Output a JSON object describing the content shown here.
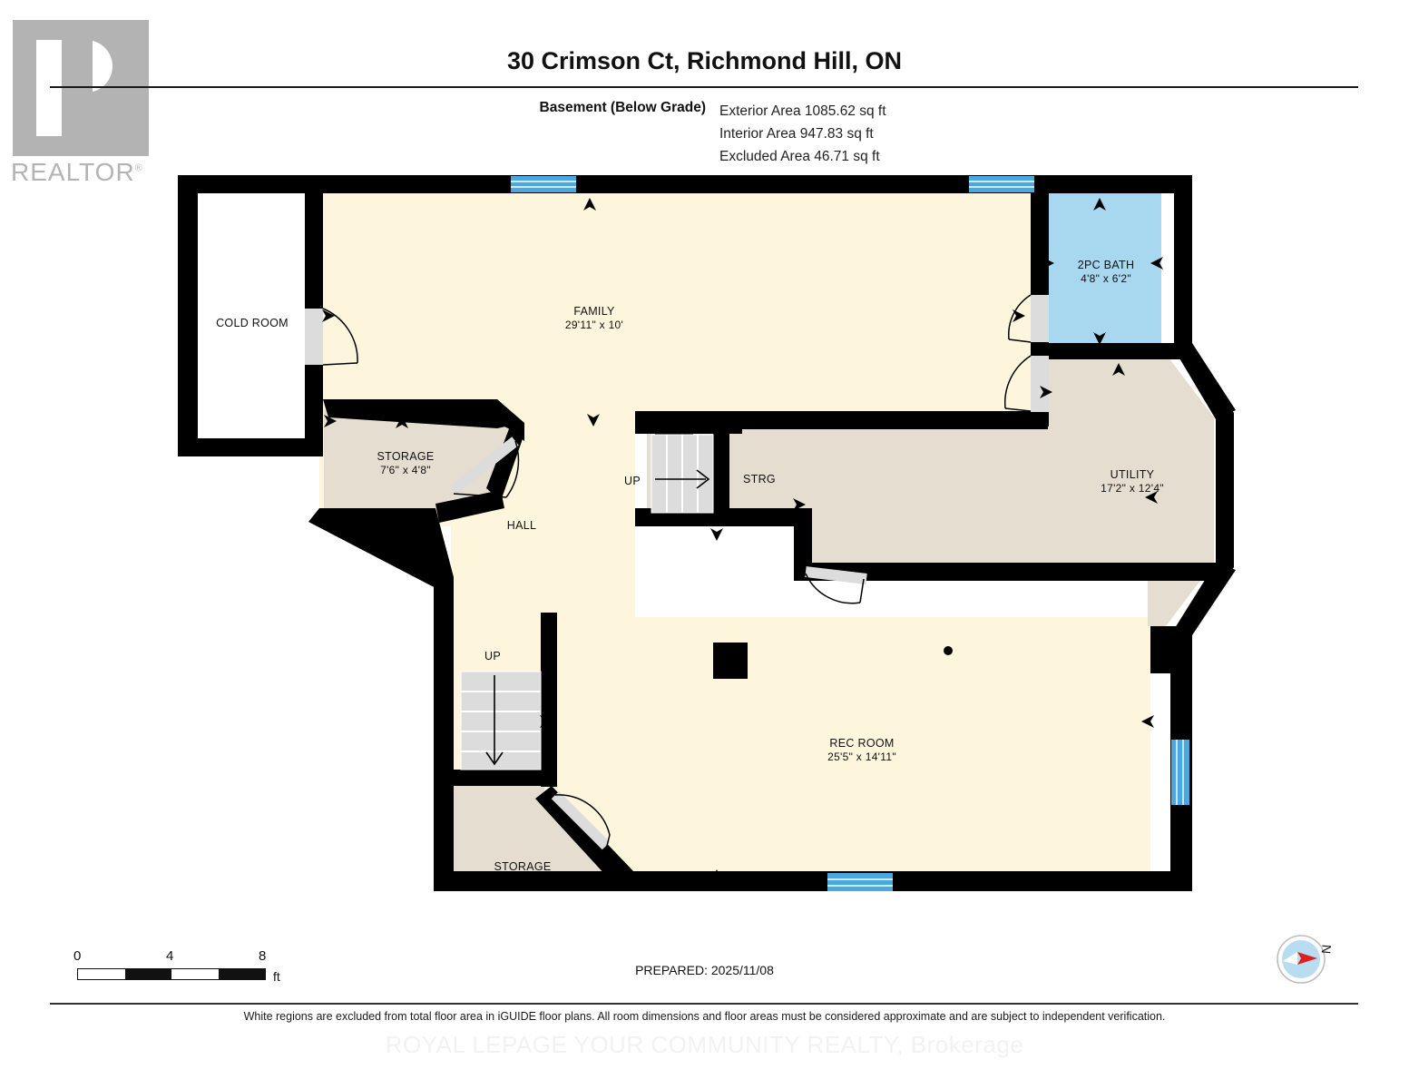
{
  "logo": {
    "text": "REALTOR",
    "registered": "®"
  },
  "header": {
    "title": "30 Crimson Ct, Richmond Hill, ON",
    "level_label": "Basement (Below Grade)",
    "areas": [
      "Exterior Area 1085.62 sq ft",
      "Interior Area 947.83 sq ft",
      "Excluded Area 46.71 sq ft"
    ]
  },
  "rooms": [
    {
      "name": "COLD ROOM",
      "dim": ""
    },
    {
      "name": "FAMILY",
      "dim": "29'11\" x 10'"
    },
    {
      "name": "2PC BATH",
      "dim": "4'8\" x 6'2\""
    },
    {
      "name": "STORAGE",
      "dim": "7'6\" x 4'8\""
    },
    {
      "name": "HALL",
      "dim": ""
    },
    {
      "name": "STRG",
      "dim": ""
    },
    {
      "name": "UTILITY",
      "dim": "17'2\" x 12'4\""
    },
    {
      "name": "REC ROOM",
      "dim": "25'5\" x 14'11\""
    },
    {
      "name": "STORAGE",
      "dim": ""
    }
  ],
  "stairs": [
    {
      "label": "UP"
    },
    {
      "label": "UP"
    }
  ],
  "scale": {
    "ticks": [
      "0",
      "4",
      "8"
    ],
    "unit": "ft"
  },
  "prepared": "PREPARED: 2025/11/08",
  "compass": {
    "north_label": "N"
  },
  "footer": {
    "disclaimer": "White regions are excluded from total floor area in iGUIDE floor plans. All room dimensions and floor areas must be considered approximate and are subject to independent verification.",
    "watermark": "ROYAL LEPAGE YOUR COMMUNITY REALTY, Brokerage"
  },
  "colors": {
    "wall": "#000000",
    "living_fill": "#fdf6dd",
    "service_fill": "#e5ddd0",
    "bath_fill": "#a8d8f0",
    "window": "#4aa8e0",
    "excluded": "#ffffff",
    "door": "#dcdcdc",
    "logo_gray": "#b3b3b3"
  }
}
